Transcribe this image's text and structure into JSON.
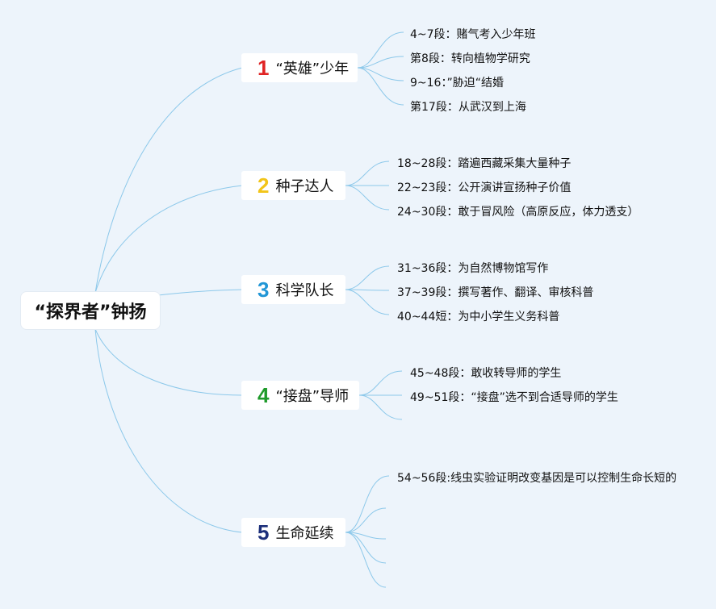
{
  "root": {
    "label": "“探界者”钟扬"
  },
  "branches": [
    {
      "number": "1",
      "label": "“英雄”少年",
      "color": "#e02424",
      "items": [
        "4~7段：赌气考入少年班",
        "第8段：转向植物学研究",
        "9~16：”胁迫“结婚",
        "第17段：从武汉到上海"
      ]
    },
    {
      "number": "2",
      "label": "种子达人",
      "color": "#f2c418",
      "items": [
        "18~28段：踏遍西藏采集大量种子",
        "22~23段：公开演讲宣扬种子价值",
        "24~30段：敢于冒风险（高原反应，体力透支）"
      ]
    },
    {
      "number": "3",
      "label": "科学队长",
      "color": "#2196d6",
      "items": [
        "31~36段：为自然博物馆写作",
        "37~39段：撰写著作、翻译、审核科普",
        "40~44短：为中小学生义务科普"
      ]
    },
    {
      "number": "4",
      "label": "“接盘”导师",
      "color": "#1e9a2a",
      "items": [
        "45~48段：敢收转导师的学生",
        "49~51段：“接盘”选不到合适导师的学生"
      ]
    },
    {
      "number": "5",
      "label": "生命延续",
      "color": "#1c2f7a",
      "items": [
        "54~56段:线虫实验证明改变基因是可以控制生命长短的"
      ]
    }
  ]
}
